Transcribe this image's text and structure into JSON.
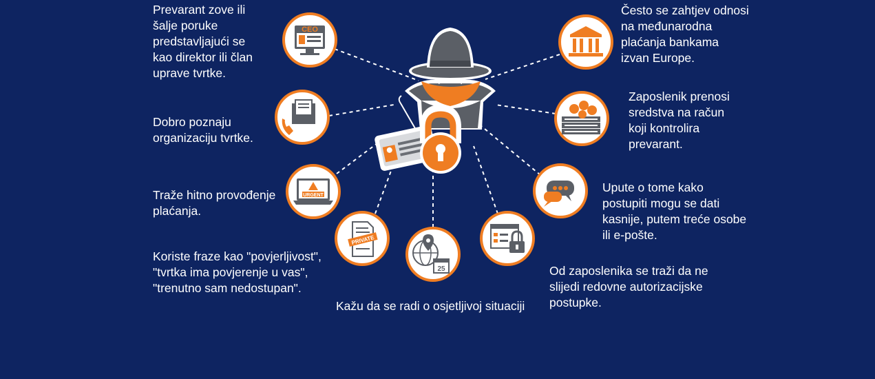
{
  "colors": {
    "background": "#0e2461",
    "accent": "#ef7d22",
    "icon_gray": "#5b5f66",
    "connector": "#ffffff"
  },
  "center": {
    "icon": "hacker-spy-icon"
  },
  "labels": {
    "director": "Prevarant zove ili\nšalje poruke\npredstavljajući se\nkao direktor ili član\nuprave tvrtke.",
    "knows_org": "Dobro poznaju\norganizaciju tvrtke.",
    "urgent": "Traže hitno provođenje\nplaćanja.",
    "phrases": "Koriste fraze kao \"povjerljivost\",\n\"tvrtka ima povjerenje u vas\",\n\"trenutno sam nedostupan\".",
    "sensitive": "Kažu da se radi o osjetljivoj situaciji",
    "bank": "Često se zahtjev odnosi\nna međunarodna\nplaćanja bankama\nizvan Europe.",
    "transfer": "Zaposlenik prenosi\nsredstva na račun\nkoji kontrolira\nprevarant.",
    "instructions": "Upute o tome kako\npostupiti mogu se dati\nkasnije, putem treće osobe\nili e-pošte.",
    "authorization": "Od zaposlenika se traži da ne\nslijedi redovne autorizacijske\npostupke."
  },
  "icons": {
    "ceo": {
      "name": "ceo-computer-icon",
      "text": "CEO"
    },
    "mail": {
      "name": "mail-phone-icon"
    },
    "urgent": {
      "name": "urgent-laptop-icon",
      "text": "URGENT"
    },
    "private": {
      "name": "private-document-icon",
      "text": "PRIVATE"
    },
    "calendar": {
      "name": "location-calendar-icon",
      "text": "25"
    },
    "lock": {
      "name": "lock-browser-icon"
    },
    "chat": {
      "name": "chat-bubbles-icon"
    },
    "money": {
      "name": "money-stack-icon"
    },
    "bank": {
      "name": "bank-building-icon"
    }
  }
}
